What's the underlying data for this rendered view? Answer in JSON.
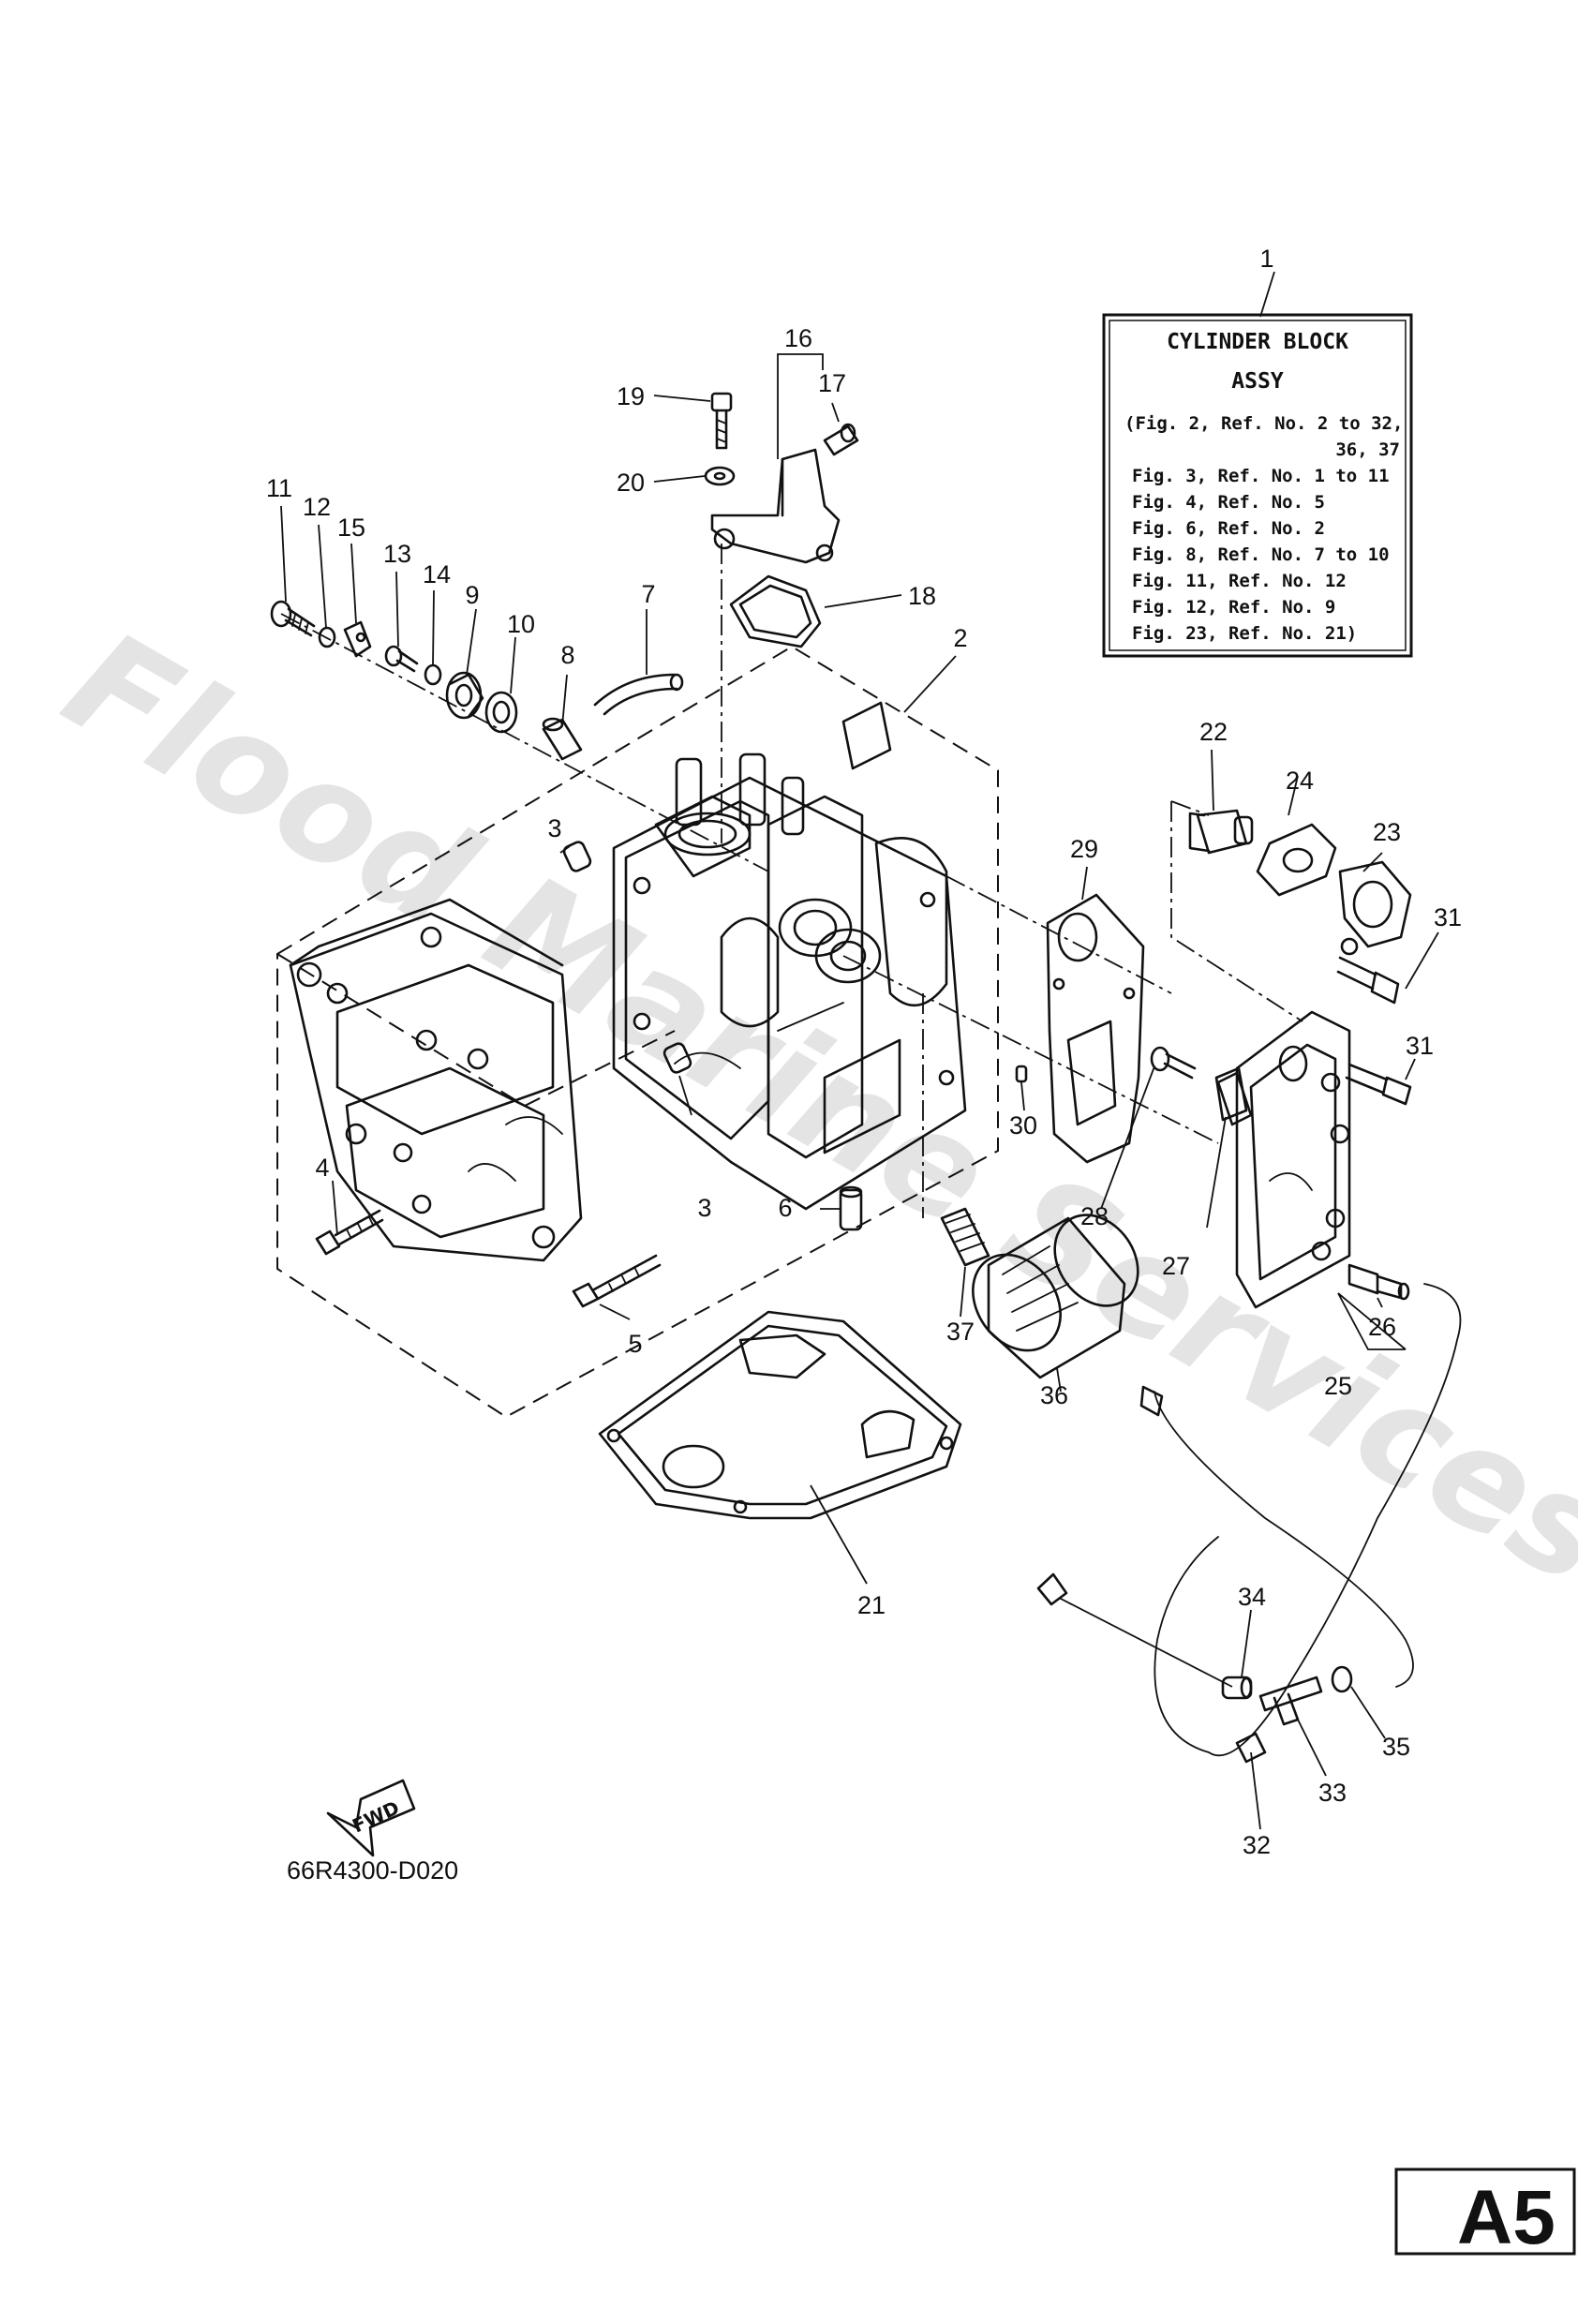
{
  "watermark": "Flood Marine Services",
  "assy_box": {
    "title_line1": "CYLINDER BLOCK",
    "title_line2": "ASSY",
    "lines": [
      "(Fig. 2, Ref. No. 2 to 32,",
      "36, 37",
      "Fig. 3, Ref. No. 1 to 11",
      "Fig. 4, Ref. No. 5",
      "Fig. 6, Ref. No. 2",
      "Fig. 8, Ref. No. 7 to 10",
      "Fig. 11, Ref. No. 12",
      "Fig. 12, Ref. No. 9",
      "Fig. 23, Ref. No. 21)"
    ]
  },
  "callouts": [
    "1",
    "2",
    "3",
    "3",
    "4",
    "5",
    "6",
    "7",
    "8",
    "9",
    "10",
    "11",
    "12",
    "13",
    "14",
    "15",
    "16",
    "17",
    "18",
    "19",
    "20",
    "21",
    "22",
    "23",
    "24",
    "25",
    "26",
    "27",
    "28",
    "29",
    "30",
    "31",
    "31",
    "32",
    "33",
    "34",
    "35",
    "36",
    "37"
  ],
  "fwd_label": "FWD",
  "figure_code": "66R4300-D020",
  "page_tag": "A5"
}
